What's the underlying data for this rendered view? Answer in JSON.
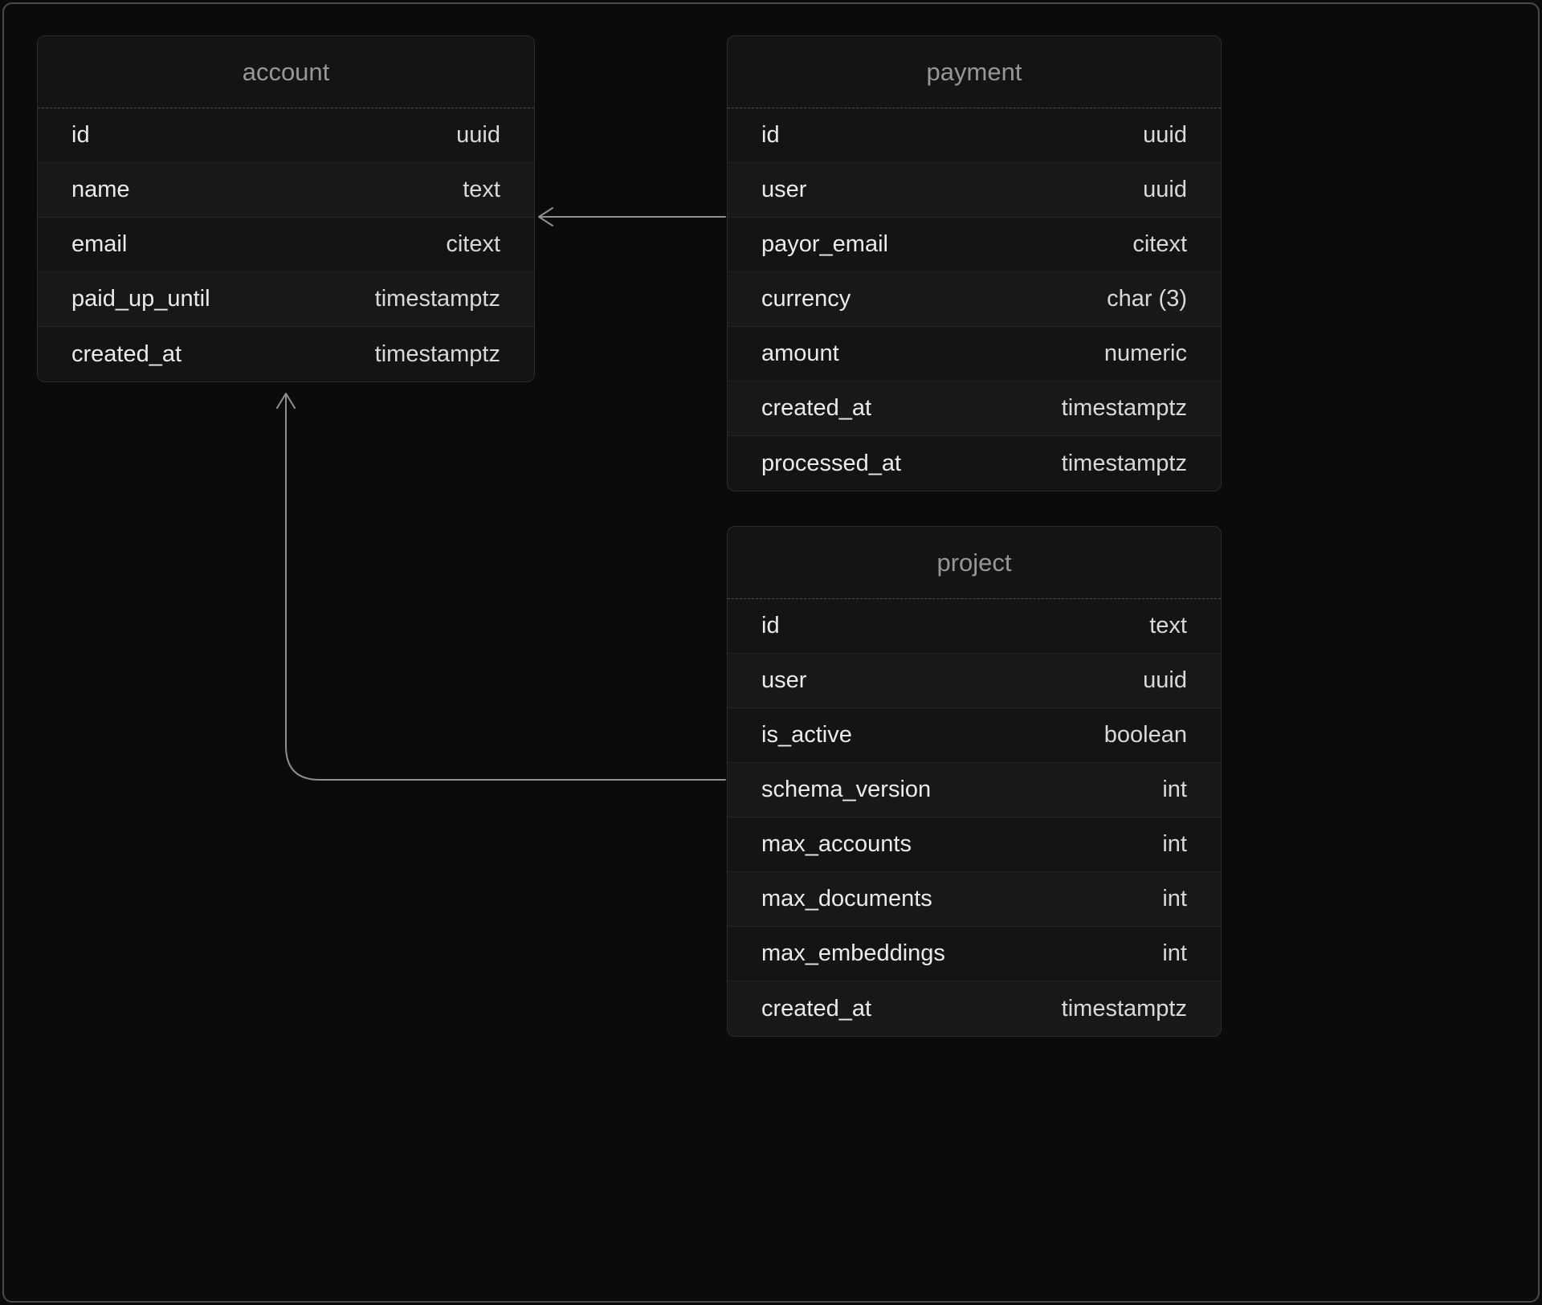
{
  "diagram": {
    "tables": [
      {
        "name": "account",
        "fields": [
          {
            "name": "id",
            "type": "uuid"
          },
          {
            "name": "name",
            "type": "text"
          },
          {
            "name": "email",
            "type": "citext"
          },
          {
            "name": "paid_up_until",
            "type": "timestamptz"
          },
          {
            "name": "created_at",
            "type": "timestamptz"
          }
        ]
      },
      {
        "name": "payment",
        "fields": [
          {
            "name": "id",
            "type": "uuid"
          },
          {
            "name": "user",
            "type": "uuid"
          },
          {
            "name": "payor_email",
            "type": "citext"
          },
          {
            "name": "currency",
            "type": "char (3)"
          },
          {
            "name": "amount",
            "type": "numeric"
          },
          {
            "name": "created_at",
            "type": "timestamptz"
          },
          {
            "name": "processed_at",
            "type": "timestamptz"
          }
        ]
      },
      {
        "name": "project",
        "fields": [
          {
            "name": "id",
            "type": "text"
          },
          {
            "name": "user",
            "type": "uuid"
          },
          {
            "name": "is_active",
            "type": "boolean"
          },
          {
            "name": "schema_version",
            "type": "int"
          },
          {
            "name": "max_accounts",
            "type": "int"
          },
          {
            "name": "max_documents",
            "type": "int"
          },
          {
            "name": "max_embeddings",
            "type": "int"
          },
          {
            "name": "created_at",
            "type": "timestamptz"
          }
        ]
      }
    ],
    "relations": [
      {
        "from": "payment",
        "to": "account"
      },
      {
        "from": "project",
        "to": "account"
      }
    ],
    "colors": {
      "background": "#0b0b0c",
      "table_bg": "#141415",
      "border": "#2c2c2e",
      "title": "#97979b",
      "field": "#ebebed",
      "type": "#d9d9db",
      "arrow": "#8f8f93"
    }
  }
}
